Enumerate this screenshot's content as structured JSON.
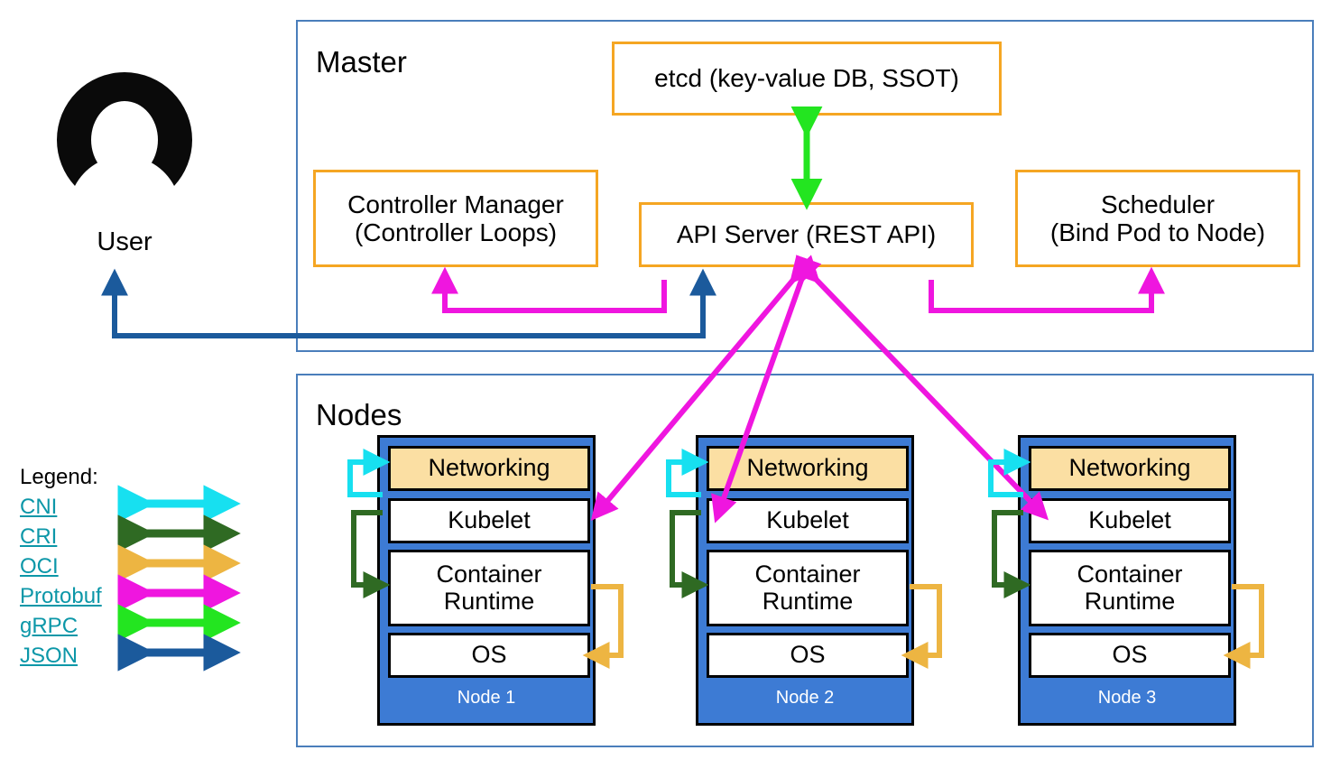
{
  "diagram": {
    "title_user": "User",
    "groups": [
      {
        "name": "master",
        "label": "Master"
      },
      {
        "name": "nodes",
        "label": "Nodes"
      }
    ],
    "master_components": [
      {
        "name": "etcd",
        "label": "etcd (key-value DB, SSOT)"
      },
      {
        "name": "controller-manager",
        "label": "Controller Manager\n(Controller Loops)"
      },
      {
        "name": "api-server",
        "label": "API Server (REST API)"
      },
      {
        "name": "scheduler",
        "label": "Scheduler\n(Bind Pod to Node)"
      }
    ],
    "node_layer_labels": {
      "networking": "Networking",
      "kubelet": "Kubelet",
      "container_runtime": "Container\nRuntime",
      "os": "OS"
    },
    "nodes": [
      {
        "name": "node-1",
        "label": "Node 1"
      },
      {
        "name": "node-2",
        "label": "Node 2"
      },
      {
        "name": "node-3",
        "label": "Node 3"
      }
    ],
    "legend": {
      "title": "Legend:",
      "entries": [
        {
          "name": "cni",
          "label": "CNI",
          "color": "#17e0f0"
        },
        {
          "name": "cri",
          "label": "CRI",
          "color": "#2f6a23"
        },
        {
          "name": "oci",
          "label": "OCI",
          "color": "#edb542"
        },
        {
          "name": "protobuf",
          "label": "Protobuf",
          "color": "#ef16df"
        },
        {
          "name": "grpc",
          "label": "gRPC",
          "color": "#23e520"
        },
        {
          "name": "json",
          "label": "JSON",
          "color": "#1b5a9c"
        }
      ]
    },
    "colors": {
      "group_border": "#4a7ebb",
      "component_border": "#f5a623",
      "node_fill": "#3d7bd4",
      "networking_fill": "#fbdfa3",
      "link_text": "#0c97a8",
      "user_silhouette": "#0a0a0a"
    }
  }
}
